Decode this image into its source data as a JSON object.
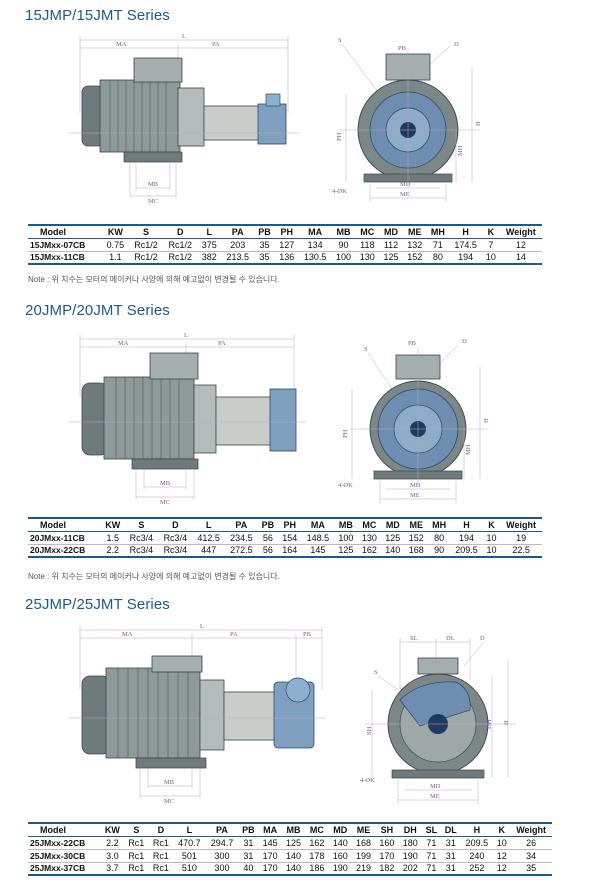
{
  "sections": [
    {
      "title": "15JMP/15JMT Series",
      "side_labels": {
        "L": "L",
        "MA": "MA",
        "PA": "PA",
        "MB": "MB",
        "MC": "MC"
      },
      "front_labels": {
        "S": "S",
        "PB": "PB",
        "D": "D",
        "PH": "PH",
        "H": "H",
        "MH": "MH",
        "K": "4-ØK",
        "MD": "MD",
        "ME": "ME"
      },
      "columns": [
        "Model",
        "KW",
        "S",
        "D",
        "L",
        "PA",
        "PB",
        "PH",
        "MA",
        "MB",
        "MC",
        "MD",
        "ME",
        "MH",
        "H",
        "K",
        "Weight"
      ],
      "rows": [
        [
          "15JMxx-07CB",
          "0.75",
          "Rc1/2",
          "Rc1/2",
          "375",
          "203",
          "35",
          "127",
          "134",
          "90",
          "118",
          "112",
          "132",
          "71",
          "174.5",
          "7",
          "12"
        ],
        [
          "15JMxx-11CB",
          "1.1",
          "Rc1/2",
          "Rc1/2",
          "382",
          "213.5",
          "35",
          "136",
          "130.5",
          "100",
          "130",
          "125",
          "152",
          "80",
          "194",
          "10",
          "14"
        ]
      ],
      "note": "Note : 위 치수는 모터의 메이커나 사양에 의해 예고없이 변경될 수 있습니다."
    },
    {
      "title": "20JMP/20JMT Series",
      "side_labels": {
        "L": "L",
        "MA": "MA",
        "PA": "PA",
        "MB": "MB",
        "MC": "MC"
      },
      "front_labels": {
        "S": "S",
        "PB": "PB",
        "D": "D",
        "PH": "PH",
        "H": "H",
        "MH": "MH",
        "K": "4-ØK",
        "MD": "MD",
        "ME": "ME"
      },
      "columns": [
        "Model",
        "KW",
        "S",
        "D",
        "L",
        "PA",
        "PB",
        "PH",
        "MA",
        "MB",
        "MC",
        "MD",
        "ME",
        "MH",
        "H",
        "K",
        "Weight"
      ],
      "rows": [
        [
          "20JMxx-11CB",
          "1.5",
          "Rc3/4",
          "Rc3/4",
          "412.5",
          "234.5",
          "56",
          "154",
          "148.5",
          "100",
          "130",
          "125",
          "152",
          "80",
          "194",
          "10",
          "19"
        ],
        [
          "20JMxx-22CB",
          "2.2",
          "Rc3/4",
          "Rc3/4",
          "447",
          "272.5",
          "56",
          "164",
          "145",
          "125",
          "162",
          "140",
          "168",
          "90",
          "209.5",
          "10",
          "22.5"
        ]
      ],
      "note": "Note : 위 치수는 모터의 메이커나 사양에 의해 예고없이 변경될 수 있습니다."
    },
    {
      "title": "25JMP/25JMT Series",
      "side_labels": {
        "L": "L",
        "MA": "MA",
        "PA": "PA",
        "PB": "PB",
        "MB": "MB",
        "MC": "MC"
      },
      "front_labels": {
        "S": "S",
        "SL": "SL",
        "DL": "DL",
        "D": "D",
        "SH": "SH",
        "DH": "DH",
        "H": "H",
        "K": "4-ØK",
        "MD": "MD",
        "ME": "ME"
      },
      "columns": [
        "Model",
        "KW",
        "S",
        "D",
        "L",
        "PA",
        "PB",
        "MA",
        "MB",
        "MC",
        "MD",
        "ME",
        "SH",
        "DH",
        "SL",
        "DL",
        "H",
        "K",
        "Weight"
      ],
      "rows": [
        [
          "25JMxx-22CB",
          "2.2",
          "Rc1",
          "Rc1",
          "470.7",
          "294.7",
          "31",
          "145",
          "125",
          "162",
          "140",
          "168",
          "160",
          "180",
          "71",
          "31",
          "209.5",
          "10",
          "26"
        ],
        [
          "25JMxx-30CB",
          "3.0",
          "Rc1",
          "Rc1",
          "501",
          "300",
          "31",
          "170",
          "140",
          "178",
          "160",
          "199",
          "170",
          "190",
          "71",
          "31",
          "240",
          "12",
          "34"
        ],
        [
          "25JMxx-37CB",
          "3.7",
          "Rc1",
          "Rc1",
          "510",
          "300",
          "40",
          "170",
          "140",
          "186",
          "190",
          "219",
          "182",
          "202",
          "71",
          "31",
          "252",
          "12",
          "35"
        ]
      ]
    }
  ]
}
